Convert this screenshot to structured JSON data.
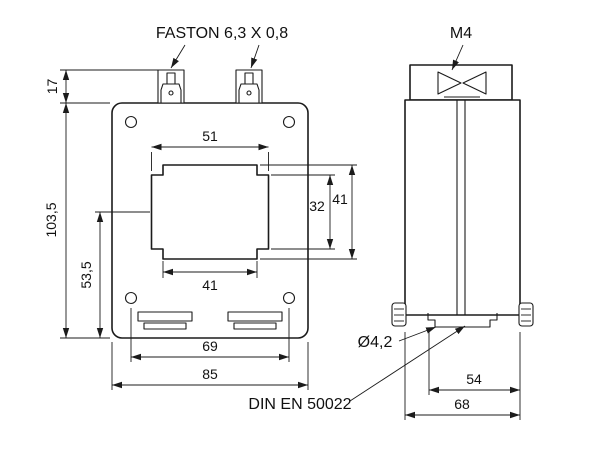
{
  "drawing": {
    "callouts": {
      "faston": "FASTON 6,3 X 0,8",
      "m4": "M4",
      "hole_dia": "Ø4,2",
      "din_rail": "DIN EN 50022"
    },
    "front_view": {
      "dim_terminal_height": "17",
      "dim_total_height": "103,5",
      "dim_center_to_bottom": "53,5",
      "dim_window_width": "51",
      "dim_window_height_inner": "32",
      "dim_window_height": "41",
      "dim_window_width_bottom": "41",
      "dim_hole_spacing": "69",
      "dim_total_width": "85"
    },
    "side_view": {
      "dim_rail_width": "54",
      "dim_total_depth": "68"
    },
    "colors": {
      "line": "#1b1b1b",
      "background": "#ffffff"
    }
  }
}
